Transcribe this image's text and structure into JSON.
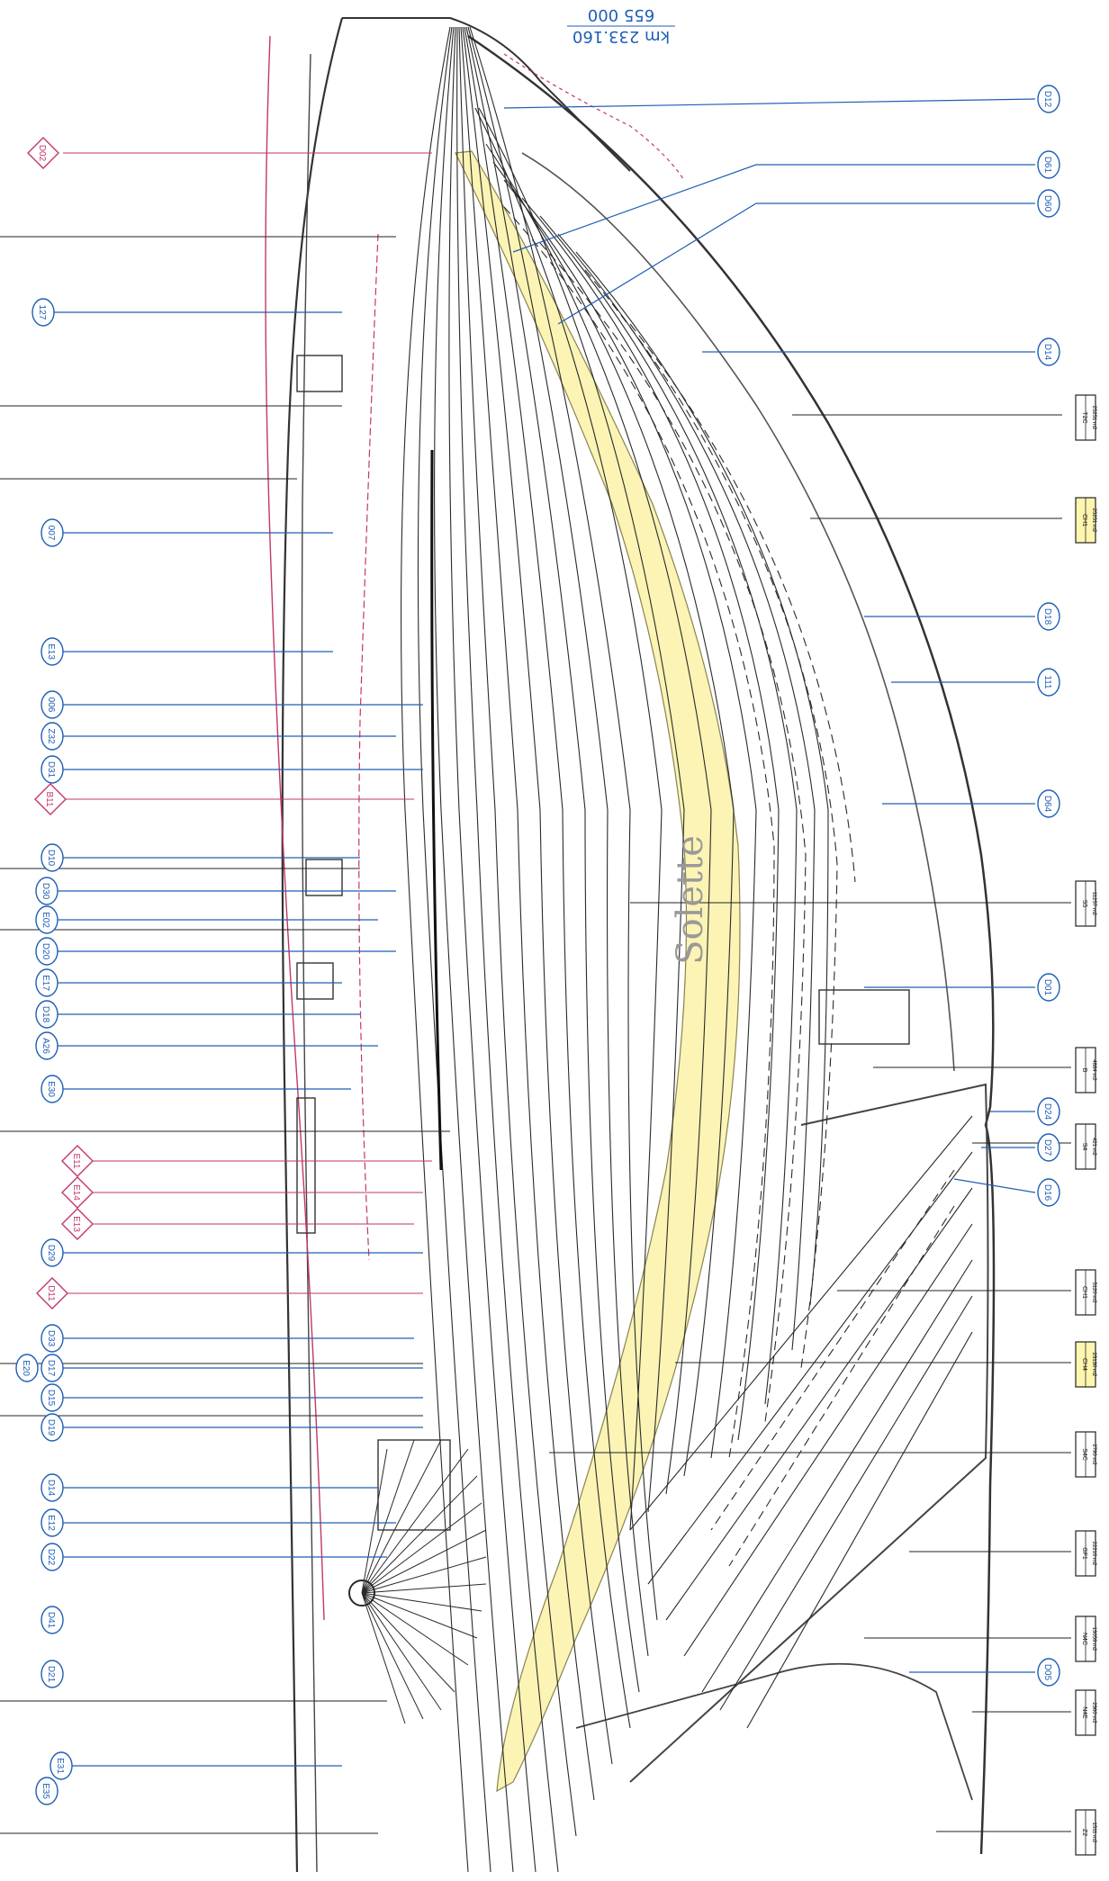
{
  "header": {
    "km_label": "km 233.160",
    "km_sub": "655 000"
  },
  "colors": {
    "blue": "#1f5fb5",
    "magenta": "#c2366e",
    "track": "#2a2a2a",
    "yellow": "#fbf4b5",
    "box_yellow": "#fff7b0"
  },
  "callouts_left": [
    "127",
    "007",
    "E13",
    "006",
    "Z32",
    "D31",
    "D10",
    "D30",
    "E02",
    "D20",
    "E17",
    "D18",
    "A26",
    "E30",
    "D29",
    "D33",
    "D17",
    "D15",
    "D19",
    "D14",
    "E12",
    "D22",
    "E31",
    "E35",
    "E20",
    "D41",
    "D21"
  ],
  "callouts_right": [
    "D12",
    "D61",
    "D60",
    "D14",
    "D18",
    "111",
    "D64",
    "D01",
    "D24",
    "D27",
    "D16",
    "D05"
  ],
  "diamonds": [
    "D02",
    "B11",
    "E11",
    "E14",
    "E13",
    "D11"
  ],
  "zone_boxes": [
    {
      "code": "T2C",
      "area": "25251 m2"
    },
    {
      "code": "CH1",
      "area": "25251 m2"
    },
    {
      "code": "S5",
      "area": "11257 m2"
    },
    {
      "code": "B",
      "area": "4884 m2"
    },
    {
      "code": "S4",
      "area": "421 m2"
    },
    {
      "code": "CH1",
      "area": "5120 m2"
    },
    {
      "code": "CH4",
      "area": "23130 m2"
    },
    {
      "code": "S4C",
      "area": "2790 m2"
    },
    {
      "code": "GF1",
      "area": "22210 m2"
    },
    {
      "code": "N4C",
      "area": "13059 m2"
    },
    {
      "code": "N4E",
      "area": "2360 m2"
    },
    {
      "code": "Z2",
      "area": "1511 m2"
    }
  ],
  "handwritten_note": "Solette"
}
